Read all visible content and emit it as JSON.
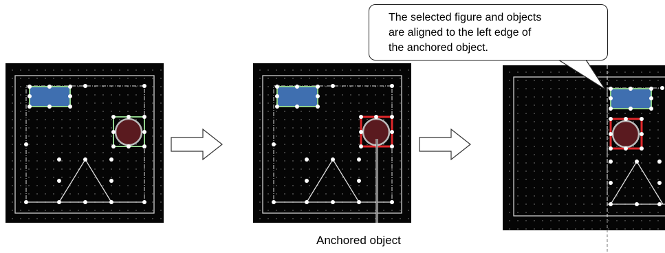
{
  "callout": {
    "line1": "The selected figure and objects",
    "line2": "are aligned to the left edge of",
    "line3": "the anchored object."
  },
  "anchored_label": "Anchored object",
  "colors": {
    "background": "#050505",
    "grid_dot": "#8a8a8a",
    "rect_fill": "#3f6fb0",
    "rect_border": "#8fd08a",
    "circle_fill": "#5a1a1f",
    "anchor_highlight": "#e0282b",
    "selection_handle": "#ffffff"
  },
  "steps": [
    {
      "name": "before-alignment",
      "selection": "figure-and-objects-selected"
    },
    {
      "name": "anchor-set",
      "selection": "circle-object-anchored"
    },
    {
      "name": "after-alignment",
      "selection": "aligned-to-anchor-left-edge"
    }
  ]
}
